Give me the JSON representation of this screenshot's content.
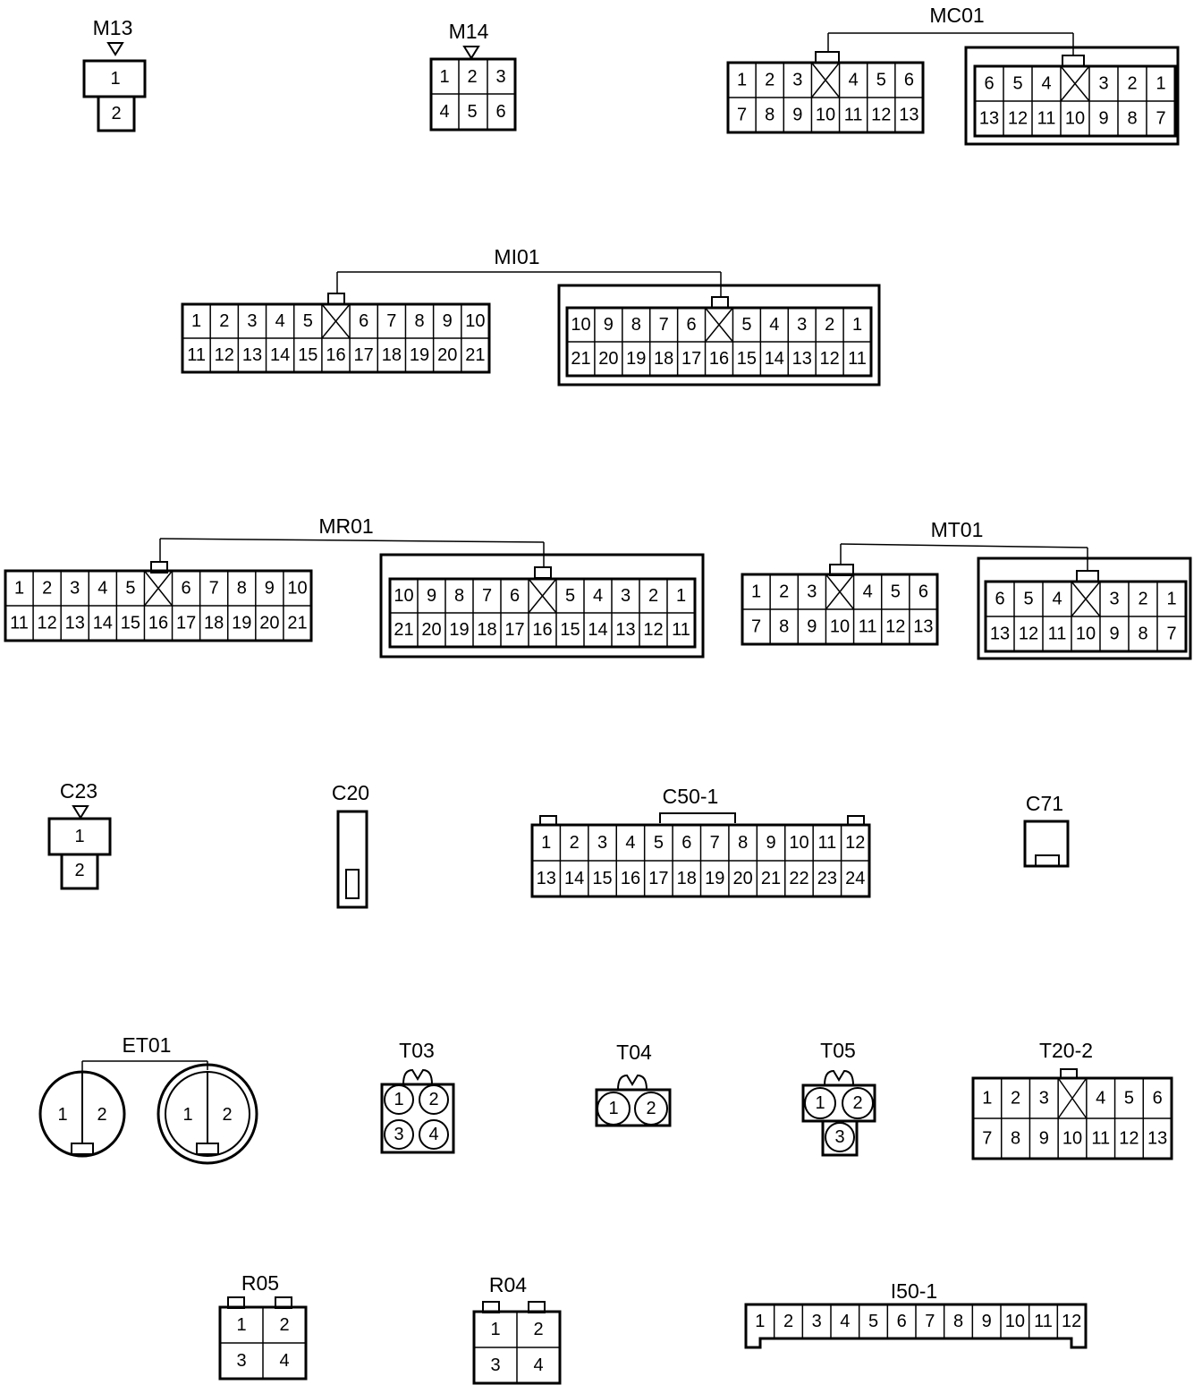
{
  "connectors": {
    "M13": {
      "label": "M13",
      "pins": [
        "1",
        "2"
      ]
    },
    "M14": {
      "label": "M14",
      "pins": [
        "1",
        "2",
        "3",
        "4",
        "5",
        "6"
      ]
    },
    "MC01": {
      "label": "MC01",
      "male_top": [
        "1",
        "2",
        "3",
        "4",
        "5",
        "6"
      ],
      "male_bottom": [
        "7",
        "8",
        "9",
        "10",
        "11",
        "12",
        "13"
      ],
      "female_top": [
        "6",
        "5",
        "4",
        "3",
        "2",
        "1"
      ],
      "female_bottom": [
        "13",
        "12",
        "11",
        "10",
        "9",
        "8",
        "7"
      ]
    },
    "MI01": {
      "label": "MI01",
      "male_top": [
        "1",
        "2",
        "3",
        "4",
        "5",
        "6",
        "7",
        "8",
        "9",
        "10"
      ],
      "male_bottom": [
        "11",
        "12",
        "13",
        "14",
        "15",
        "16",
        "17",
        "18",
        "19",
        "20",
        "21"
      ],
      "female_top": [
        "10",
        "9",
        "8",
        "7",
        "6",
        "5",
        "4",
        "3",
        "2",
        "1"
      ],
      "female_bottom": [
        "21",
        "20",
        "19",
        "18",
        "17",
        "16",
        "15",
        "14",
        "13",
        "12",
        "11"
      ]
    },
    "MR01": {
      "label": "MR01",
      "male_top": [
        "1",
        "2",
        "3",
        "4",
        "5",
        "6",
        "7",
        "8",
        "9",
        "10"
      ],
      "male_bottom": [
        "11",
        "12",
        "13",
        "14",
        "15",
        "16",
        "17",
        "18",
        "19",
        "20",
        "21"
      ],
      "female_top": [
        "10",
        "9",
        "8",
        "7",
        "6",
        "5",
        "4",
        "3",
        "2",
        "1"
      ],
      "female_bottom": [
        "21",
        "20",
        "19",
        "18",
        "17",
        "16",
        "15",
        "14",
        "13",
        "12",
        "11"
      ]
    },
    "MT01": {
      "label": "MT01",
      "male_top": [
        "1",
        "2",
        "3",
        "4",
        "5",
        "6"
      ],
      "male_bottom": [
        "7",
        "8",
        "9",
        "10",
        "11",
        "12",
        "13"
      ],
      "female_top": [
        "6",
        "5",
        "4",
        "3",
        "2",
        "1"
      ],
      "female_bottom": [
        "13",
        "12",
        "11",
        "10",
        "9",
        "8",
        "7"
      ]
    },
    "C23": {
      "label": "C23",
      "pins": [
        "1",
        "2"
      ]
    },
    "C20": {
      "label": "C20"
    },
    "C50_1": {
      "label": "C50-1",
      "top": [
        "1",
        "2",
        "3",
        "4",
        "5",
        "6",
        "7",
        "8",
        "9",
        "10",
        "11",
        "12"
      ],
      "bottom": [
        "13",
        "14",
        "15",
        "16",
        "17",
        "18",
        "19",
        "20",
        "21",
        "22",
        "23",
        "24"
      ]
    },
    "C71": {
      "label": "C71"
    },
    "ET01": {
      "label": "ET01",
      "pins": [
        "1",
        "2"
      ]
    },
    "T03": {
      "label": "T03",
      "pins": [
        "1",
        "2",
        "3",
        "4"
      ]
    },
    "T04": {
      "label": "T04",
      "pins": [
        "1",
        "2"
      ]
    },
    "T05": {
      "label": "T05",
      "pins": [
        "1",
        "2",
        "3"
      ]
    },
    "T20_2": {
      "label": "T20-2",
      "top": [
        "1",
        "2",
        "3",
        "4",
        "5",
        "6"
      ],
      "bottom": [
        "7",
        "8",
        "9",
        "10",
        "11",
        "12",
        "13"
      ]
    },
    "R05": {
      "label": "R05",
      "pins": [
        "1",
        "2",
        "3",
        "4"
      ]
    },
    "R04": {
      "label": "R04",
      "pins": [
        "1",
        "2",
        "3",
        "4"
      ]
    },
    "I50_1": {
      "label": "I50-1",
      "pins": [
        "1",
        "2",
        "3",
        "4",
        "5",
        "6",
        "7",
        "8",
        "9",
        "10",
        "11",
        "12"
      ]
    }
  }
}
